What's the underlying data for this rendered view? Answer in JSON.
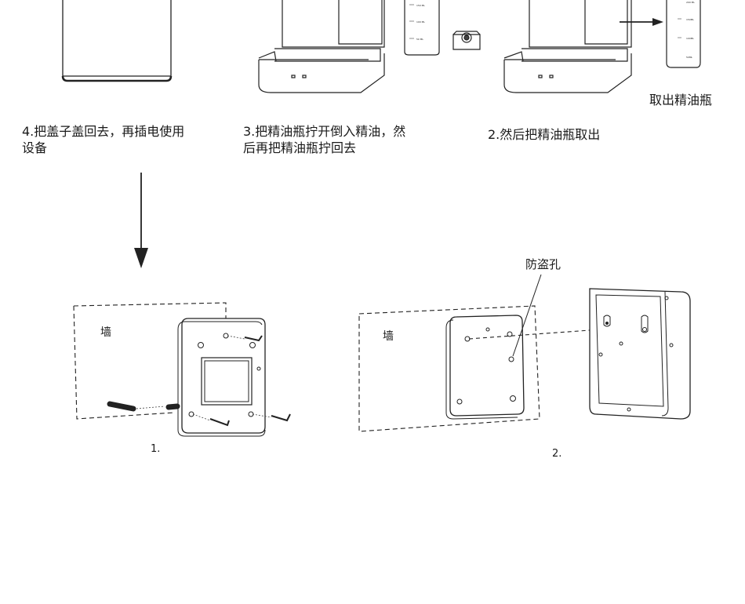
{
  "captions": {
    "step4_line1": "4.把盖子盖回去，再插电使用",
    "step4_line2": "设备",
    "step3_line1": "3.把精油瓶拧开倒入精油，然",
    "step3_line2": "后再把精油瓶拧回去",
    "step2": "2.然后把精油瓶取出",
    "remove_bottle": "取出精油瓶"
  },
  "install": {
    "wall_label_1": "墙",
    "wall_label_2": "墙",
    "anti_theft_hole": "防盗孔",
    "fig1_number": "1.",
    "fig2_number": "2."
  },
  "bottle_marks": {
    "left": [
      "150 ML",
      "100 ML",
      "50 ML"
    ],
    "right": [
      "200 ML",
      "150ML",
      "100ML",
      "50ML"
    ]
  }
}
